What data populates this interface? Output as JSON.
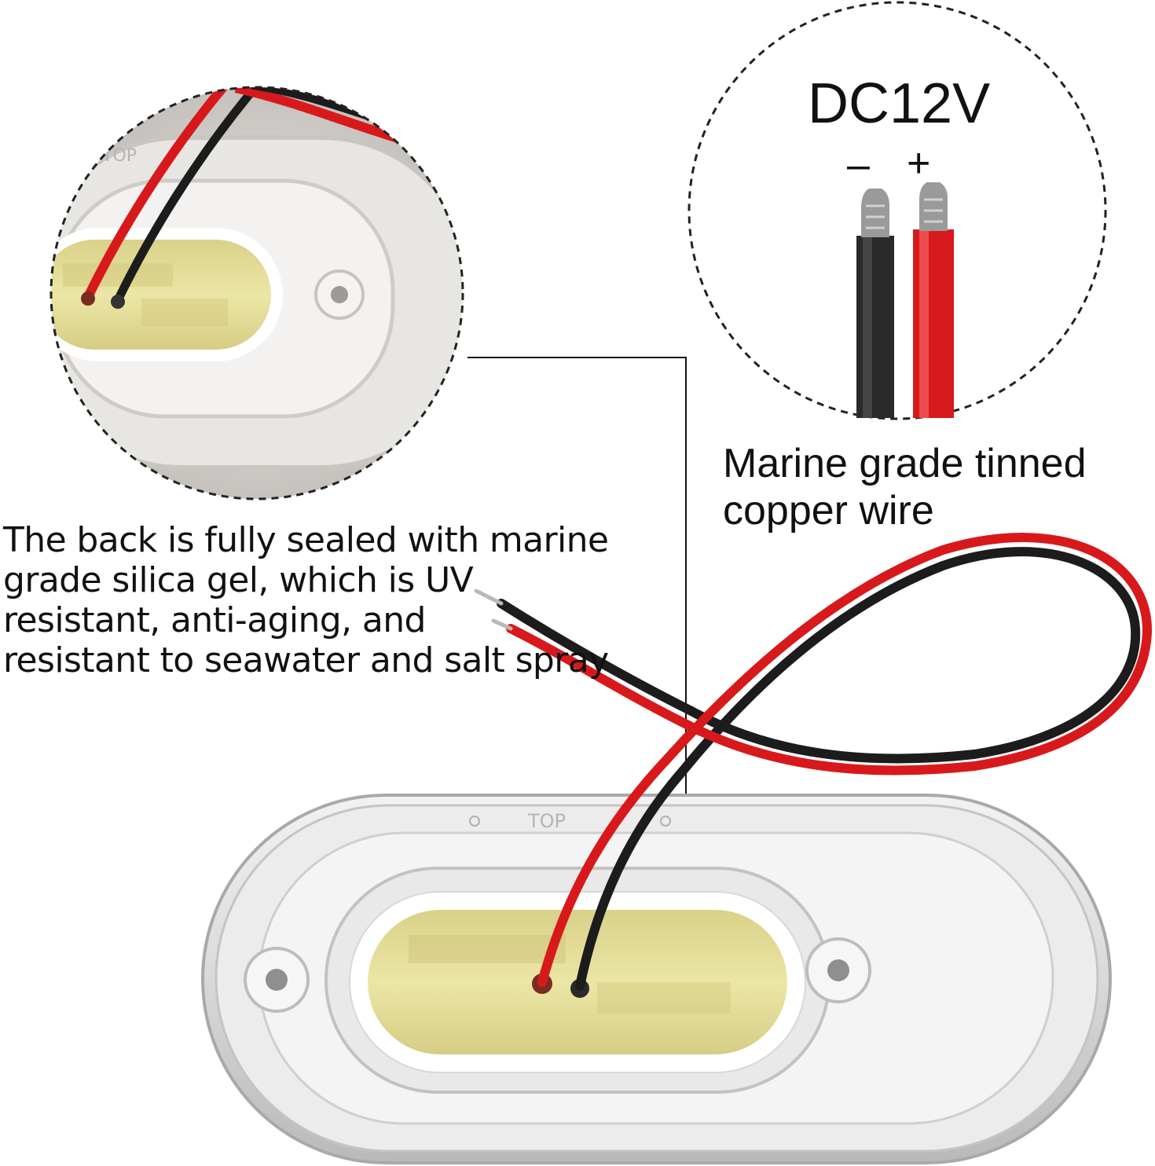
{
  "callouts": {
    "sealed_back": "The back is fully sealed with marine\ngrade silica gel, which is UV\nresistant, anti-aging, and\nresistant to seawater and salt spray",
    "voltage": "DC12V",
    "negative_sign": "–",
    "positive_sign": "+",
    "wire_note": "Marine grade tinned\ncopper wire"
  },
  "product": {
    "top_mark": "TOP"
  },
  "colors": {
    "red_wire": "#d8191c",
    "black_wire": "#1c1c1c",
    "led_yellow": "#e9e29a",
    "housing": "#e4e4e4"
  }
}
